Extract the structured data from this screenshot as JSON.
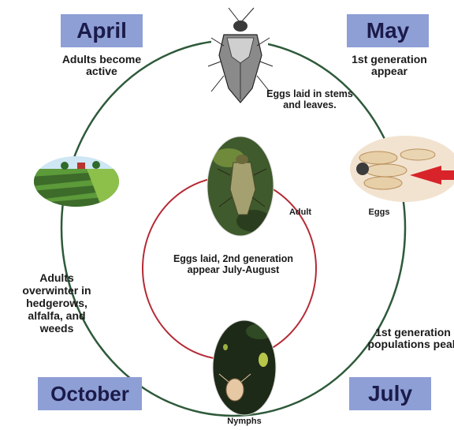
{
  "months": {
    "april": "April",
    "may": "May",
    "july": "July",
    "october": "October"
  },
  "notes": {
    "april": "Adults become active",
    "may": "1st generation appear",
    "eggs_laid": "Eggs laid in stems and leaves.",
    "second_generation": "Eggs laid, 2nd generation appear July-August",
    "overwinter": "Adults overwinter in hedgerows, alfalfa, and weeds",
    "july": "1st generation populations peak"
  },
  "labels": {
    "adult": "Adult",
    "eggs": "Eggs",
    "nymphs": "Nymphs"
  },
  "colors": {
    "outer_cycle": "#2e5a3a",
    "inner_cycle": "#b52a35",
    "month_box": "#8e9fd6",
    "month_text": "#1b1b4a",
    "arrow": "#d8232a"
  },
  "icons": [
    "stink-bug-icon",
    "farm-field-icon",
    "eggs-photo-icon",
    "adult-bug-photo-icon",
    "nymphs-photo-icon"
  ]
}
